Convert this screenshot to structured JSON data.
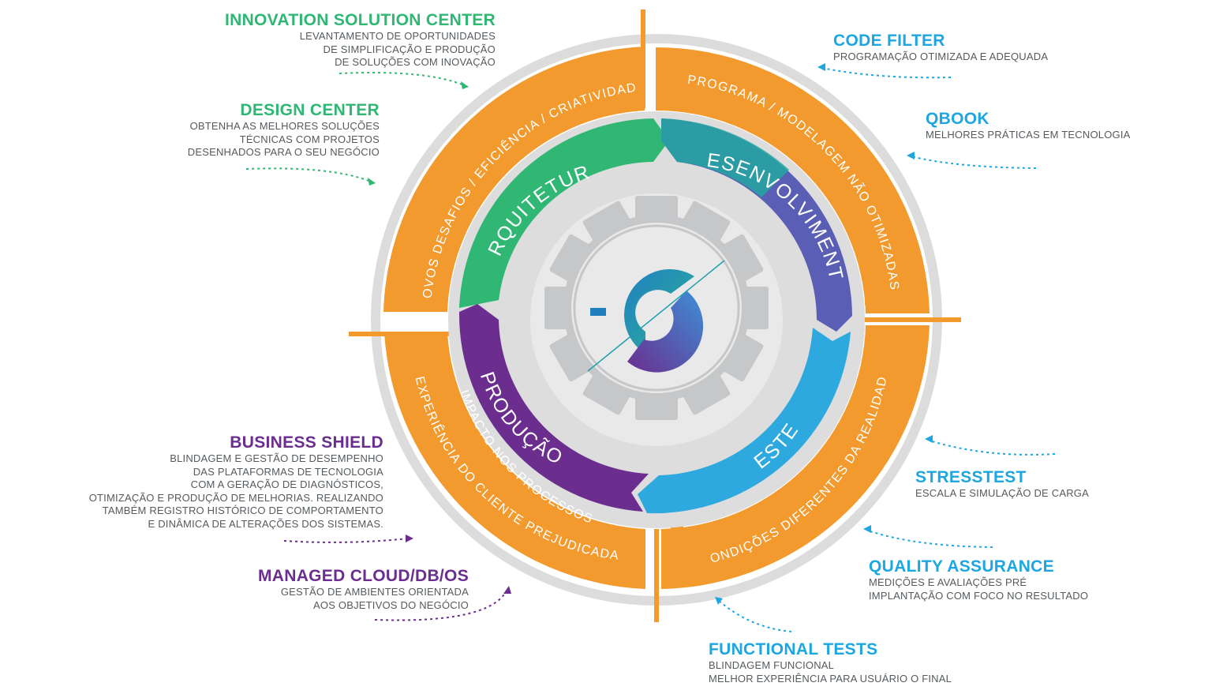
{
  "colors": {
    "orange": "#f39a2e",
    "green": "#2fb773",
    "teal": "#23a7a0",
    "blue_violet": "#5a5fb5",
    "sky": "#2ea9e0",
    "purple": "#6b2e8f",
    "gear_gray": "#c6c7c9",
    "ring_gray": "#dcdcdc",
    "center_gray": "#e8e8e8",
    "callout_green": "#2fb773",
    "callout_blue": "#1da6df",
    "callout_purple": "#6b2e8f",
    "desc_gray": "#555a5e"
  },
  "outer_ring": {
    "top_left": "NOVOS DESAFIOS / EFICIÊNCIA / CRIATIVIDADE",
    "top_right": "PROGRAMA / MODELAGEM NÃO OTIMIZADAS",
    "bottom_right": "CONDIÇÕES DIFERENTES DA REALIDADE",
    "bottom_left_line1": "IMPACTO NOS PROCESSOS",
    "bottom_left_line2": "EXPERIÊNCIA DO CLIENTE PREJUDICADA"
  },
  "inner_ring": {
    "arquitetura": "ARQUITETURA",
    "desenvolvimento": "DESENVOLVIMENTO",
    "testes": "TESTES",
    "producao": "PRODUÇÃO"
  },
  "callouts": {
    "innovation": {
      "title": "INNOVATION SOLUTION CENTER",
      "lines": [
        "LEVANTAMENTO DE OPORTUNIDADES",
        "DE SIMPLIFICAÇÃO E PRODUÇÃO",
        "DE SOLUÇÕES COM INOVAÇÃO"
      ]
    },
    "design": {
      "title": "DESIGN CENTER",
      "lines": [
        "OBTENHA AS MELHORES SOLUÇÕES",
        "TÉCNICAS COM PROJETOS",
        "DESENHADOS PARA O SEU NEGÓCIO"
      ]
    },
    "business": {
      "title": "BUSINESS SHIELD",
      "lines": [
        "BLINDAGEM E GESTÃO DE DESEMPENHO",
        "DAS PLATAFORMAS DE TECNOLOGIA",
        "COM A GERAÇÃO DE DIAGNÓSTICOS,",
        "OTIMIZAÇÃO E PRODUÇÃO DE MELHORIAS. REALIZANDO",
        "TAMBÉM REGISTRO HISTÓRICO DE COMPORTAMENTO",
        "E DINÂMICA DE ALTERAÇÕES DOS SISTEMAS."
      ]
    },
    "managed": {
      "title": "MANAGED CLOUD/DB/OS",
      "lines": [
        "GESTÃO DE AMBIENTES ORIENTADA",
        "AOS OBJETIVOS DO NEGÓCIO"
      ]
    },
    "codefilter": {
      "title": "CODE FILTER",
      "lines": [
        "PROGRAMAÇÃO OTIMIZADA E ADEQUADA"
      ]
    },
    "qbook": {
      "title": "QBOOK",
      "lines": [
        "MELHORES PRÁTICAS EM TECNOLOGIA"
      ]
    },
    "stresstest": {
      "title": "STRESSTEST",
      "lines": [
        "ESCALA E SIMULAÇÃO DE CARGA"
      ]
    },
    "qa": {
      "title": "QUALITY ASSURANCE",
      "lines": [
        "MEDIÇÕES E AVALIAÇÕES PRÉ",
        "IMPLANTAÇÃO COM FOCO NO RESULTADO"
      ]
    },
    "functional": {
      "title": "FUNCTIONAL TESTS",
      "lines": [
        "BLINDAGEM FUNCIONAL",
        "MELHOR EXPERIÊNCIA PARA USUÁRIO O FINAL"
      ]
    }
  }
}
